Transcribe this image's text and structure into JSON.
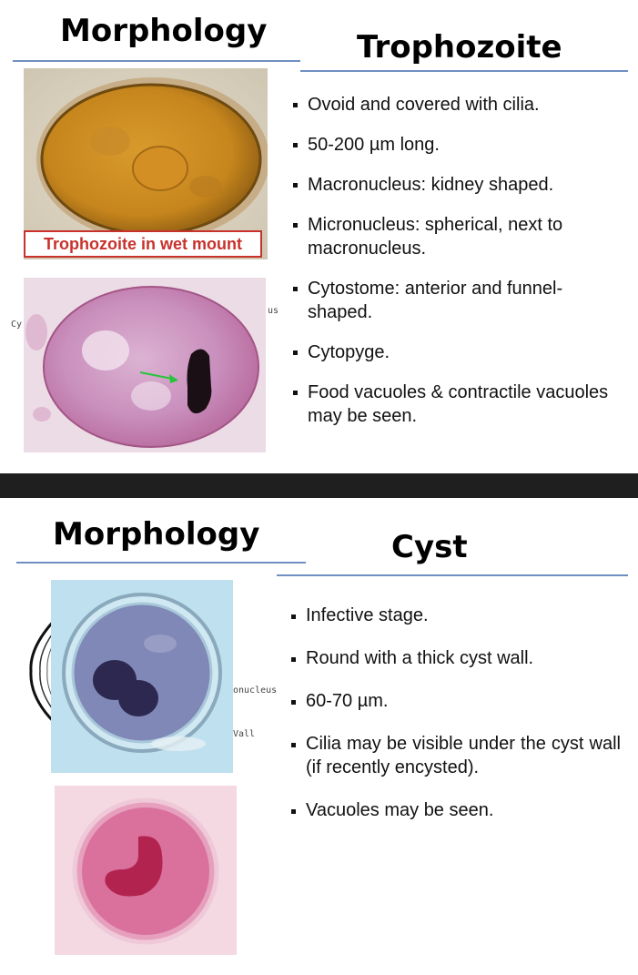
{
  "slide1": {
    "title": "Morphology",
    "subtitle": "Trophozoite",
    "caption": "Trophozoite in wet mount",
    "bullets": [
      "Ovoid and covered with cilia.",
      "50-200 µm long.",
      "Macronucleus: kidney shaped.",
      "Micronucleus: spherical, next to macronucleus.",
      "Cytostome: anterior and funnel-shaped.",
      "Cytopyge.",
      "Food vacuoles & contractile vacuoles may be seen."
    ],
    "stray_labels": [
      "Cy",
      "us"
    ]
  },
  "slide2": {
    "title": "Morphology",
    "subtitle": "Cyst",
    "bullets": [
      "Infective stage.",
      "Round with a thick cyst wall.",
      "60-70 µm.",
      "Cilia may be visible under the cyst wall (if recently encysted).",
      "Vacuoles may be seen."
    ],
    "stray_labels": [
      "onucleus",
      "Vall"
    ]
  },
  "colors": {
    "rule": "#6f8fc2",
    "caption_red": "#c8322c",
    "divider": "#1f1f1f"
  }
}
